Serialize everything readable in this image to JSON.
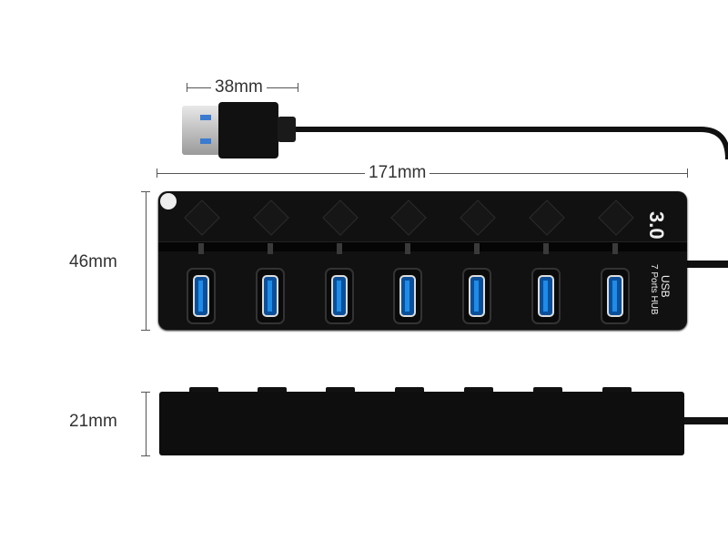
{
  "dimensions": {
    "plug_width": "38mm",
    "hub_length": "171mm",
    "hub_width": "46mm",
    "hub_height": "21mm"
  },
  "hub": {
    "version_label": "3.0",
    "brand_label": "USB",
    "model_label": "7 Ports HUB",
    "port_count": 7,
    "port_color": "#1e8ce8"
  }
}
